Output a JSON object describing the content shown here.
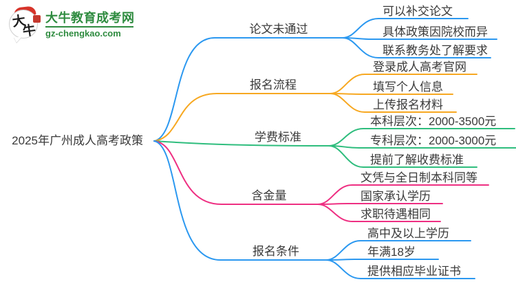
{
  "logo": {
    "badge_char_top": "大",
    "badge_char_bottom": "牛",
    "site_name": "大牛教育成考网",
    "site_url": "gz-chengkao.com",
    "brand_green": "#2e8b3f",
    "seal_red": "#c5382e"
  },
  "root": {
    "label": "2025年广州成人高考政策"
  },
  "branches": [
    {
      "label": "论文未通过",
      "color": "#2b98f0",
      "children": [
        "可以补交论文",
        "具体政策因院校而异",
        "联系教务处了解要求"
      ]
    },
    {
      "label": "报名流程",
      "color": "#f7a821",
      "children": [
        "登录成人高考官网",
        "填写个人信息",
        "上传报名材料"
      ]
    },
    {
      "label": "学费标准",
      "color": "#2ebd7d",
      "children": [
        "本科层次：2000-3500元",
        "专科层次：2000-3000元",
        "提前了解收费标准"
      ]
    },
    {
      "label": "含金量",
      "color": "#ee2f82",
      "children": [
        "文凭与全日制本科同等",
        "国家承认学历",
        "求职待遇相同"
      ]
    },
    {
      "label": "报名条件",
      "color": "#2b98f0",
      "children": [
        "高中及以上学历",
        "年满18岁",
        "提供相应毕业证书"
      ]
    }
  ]
}
